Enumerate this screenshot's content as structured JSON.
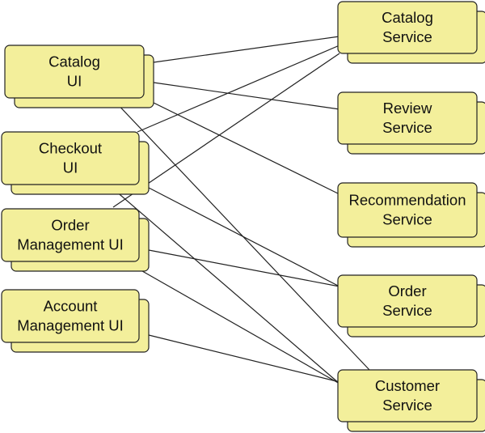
{
  "colors": {
    "box_fill": "#f3ef9b",
    "box_stroke": "#222222",
    "line": "#222222"
  },
  "ui_nodes": [
    {
      "id": "catalog-ui",
      "lines": [
        "Catalog",
        "UI"
      ]
    },
    {
      "id": "checkout-ui",
      "lines": [
        "Checkout",
        "UI"
      ]
    },
    {
      "id": "order-management-ui",
      "lines": [
        "Order",
        "Management UI"
      ]
    },
    {
      "id": "account-management-ui",
      "lines": [
        "Account",
        "Management UI"
      ]
    }
  ],
  "service_nodes": [
    {
      "id": "catalog-service",
      "lines": [
        "Catalog",
        "Service"
      ]
    },
    {
      "id": "review-service",
      "lines": [
        "Review",
        "Service"
      ]
    },
    {
      "id": "recommendation-service",
      "lines": [
        "Recommendation",
        "Service"
      ]
    },
    {
      "id": "order-service",
      "lines": [
        "Order",
        "Service"
      ]
    },
    {
      "id": "customer-service",
      "lines": [
        "Customer",
        "Service"
      ]
    }
  ],
  "connections": [
    [
      "catalog-ui",
      "catalog-service"
    ],
    [
      "catalog-ui",
      "review-service"
    ],
    [
      "catalog-ui",
      "recommendation-service"
    ],
    [
      "catalog-ui",
      "customer-service"
    ],
    [
      "checkout-ui",
      "catalog-service"
    ],
    [
      "checkout-ui",
      "order-service"
    ],
    [
      "checkout-ui",
      "customer-service"
    ],
    [
      "order-management-ui",
      "catalog-service"
    ],
    [
      "order-management-ui",
      "order-service"
    ],
    [
      "order-management-ui",
      "customer-service"
    ],
    [
      "account-management-ui",
      "customer-service"
    ]
  ]
}
